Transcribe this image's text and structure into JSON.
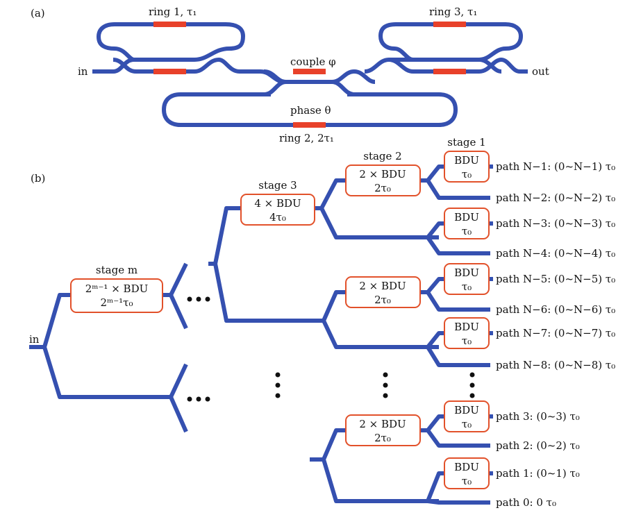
{
  "panel_a": {
    "label": "(a)",
    "in_label": "in",
    "out_label": "out",
    "ring1_label": "ring 1, τ₁",
    "ring3_label": "ring 3, τ₁",
    "couple_label": "couple φ",
    "phase_label": "phase θ",
    "ring2_label": "ring 2, 2τ₁"
  },
  "panel_b": {
    "label": "(b)",
    "in_label": "in",
    "stages": {
      "stage_m": {
        "title": "stage m",
        "line1": "2ᵐ⁻¹ × BDU",
        "line2": "2ᵐ⁻¹τ₀"
      },
      "stage3": {
        "title": "stage 3",
        "line1": "4 × BDU",
        "line2": "4τ₀"
      },
      "stage2": {
        "title": "stage 2",
        "line1": "2 × BDU",
        "line2": "2τ₀"
      },
      "stage1": {
        "title": "stage 1",
        "line1": "BDU",
        "line2": "τ₀"
      }
    },
    "box_2bdu": {
      "line1": "2 × BDU",
      "line2": "2τ₀"
    },
    "box_bdu": {
      "line1": "BDU",
      "line2": "τ₀"
    },
    "paths": [
      "path N−1: (0~N−1) τ₀",
      "path N−2: (0~N−2) τ₀",
      "path N−3: (0~N−3) τ₀",
      "path N−4: (0~N−4) τ₀",
      "path N−5: (0~N−5) τ₀",
      "path N−6: (0~N−6) τ₀",
      "path N−7: (0~N−7) τ₀",
      "path N−8: (0~N−8) τ₀",
      "path 3: (0~3) τ₀",
      "path 2: (0~2) τ₀",
      "path 1: (0~1) τ₀",
      "path 0: 0 τ₀"
    ]
  }
}
